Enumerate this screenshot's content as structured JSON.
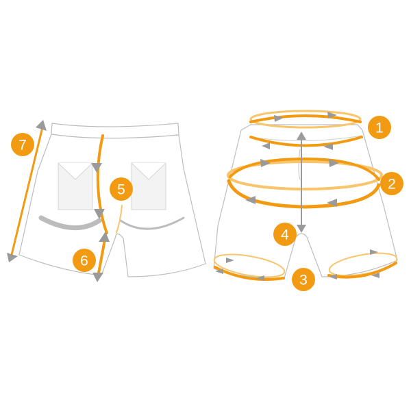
{
  "badges": [
    {
      "id": "1",
      "label": "1"
    },
    {
      "id": "2",
      "label": "2"
    },
    {
      "id": "3",
      "label": "3"
    },
    {
      "id": "4",
      "label": "4"
    },
    {
      "id": "5",
      "label": "5"
    },
    {
      "id": "6",
      "label": "6"
    },
    {
      "id": "7",
      "label": "7"
    }
  ],
  "colors": {
    "accent": "#f29a11",
    "accent_light": "#f8c56c",
    "arrow": "#9a9a9a",
    "outline": "#bdbdbd"
  }
}
